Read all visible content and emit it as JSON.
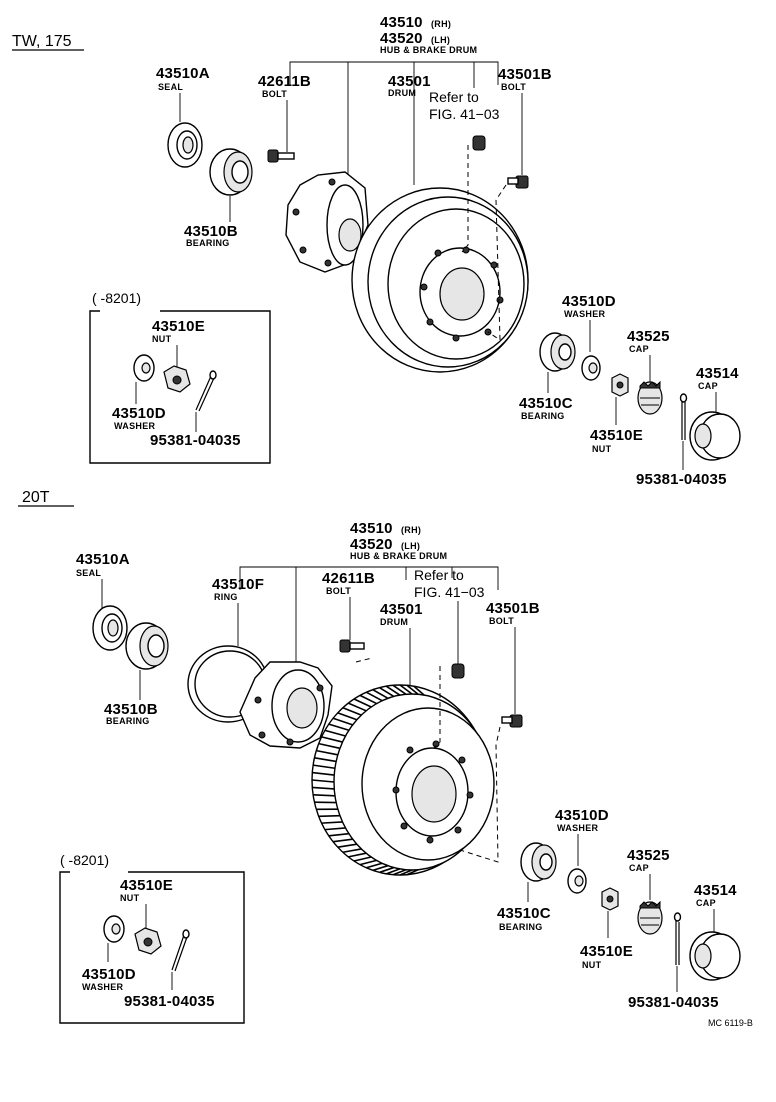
{
  "sections": {
    "top": "TW, 175",
    "bottom": "20T"
  },
  "top": {
    "hub_rh": "43510",
    "hub_rh_suffix": "(RH)",
    "hub_lh": "43520",
    "hub_lh_suffix": "(LH)",
    "hub_name": "HUB & BRAKE DRUM",
    "seal_no": "43510A",
    "seal_name": "SEAL",
    "bolt1_no": "42611B",
    "bolt1_name": "BOLT",
    "drum_no": "43501",
    "drum_name": "DRUM",
    "refer": "Refer to",
    "fig": "FIG. 41−03",
    "bolt2_no": "43501B",
    "bolt2_name": "BOLT",
    "bearing_no": "43510B",
    "bearing_name": "BEARING",
    "washer_no": "43510D",
    "washer_name": "WASHER",
    "cap1_no": "43525",
    "cap1_name": "CAP",
    "cap2_no": "43514",
    "cap2_name": "CAP",
    "bearing2_no": "43510C",
    "bearing2_name": "BEARING",
    "nut_no": "43510E",
    "nut_name": "NUT",
    "pin_no": "95381-04035",
    "inset": {
      "range": "(        -8201)",
      "nut_no": "43510E",
      "nut_name": "NUT",
      "washer_no": "43510D",
      "washer_name": "WASHER",
      "pin_no": "95381-04035"
    }
  },
  "bottom": {
    "hub_rh": "43510",
    "hub_rh_suffix": "(RH)",
    "hub_lh": "43520",
    "hub_lh_suffix": "(LH)",
    "hub_name": "HUB & BRAKE DRUM",
    "seal_no": "43510A",
    "seal_name": "SEAL",
    "ring_no": "43510F",
    "ring_name": "RING",
    "bolt1_no": "42611B",
    "bolt1_name": "BOLT",
    "drum_no": "43501",
    "drum_name": "DRUM",
    "refer": "Refer to",
    "fig": "FIG. 41−03",
    "bolt2_no": "43501B",
    "bolt2_name": "BOLT",
    "bearing_no": "43510B",
    "bearing_name": "BEARING",
    "washer_no": "43510D",
    "washer_name": "WASHER",
    "cap1_no": "43525",
    "cap1_name": "CAP",
    "cap2_no": "43514",
    "cap2_name": "CAP",
    "bearing2_no": "43510C",
    "bearing2_name": "BEARING",
    "nut_no": "43510E",
    "nut_name": "NUT",
    "pin_no": "95381-04035",
    "inset": {
      "range": "(        -8201)",
      "nut_no": "43510E",
      "nut_name": "NUT",
      "washer_no": "43510D",
      "washer_name": "WASHER",
      "pin_no": "95381-04035"
    }
  },
  "figure_code": "MC 6119-B"
}
